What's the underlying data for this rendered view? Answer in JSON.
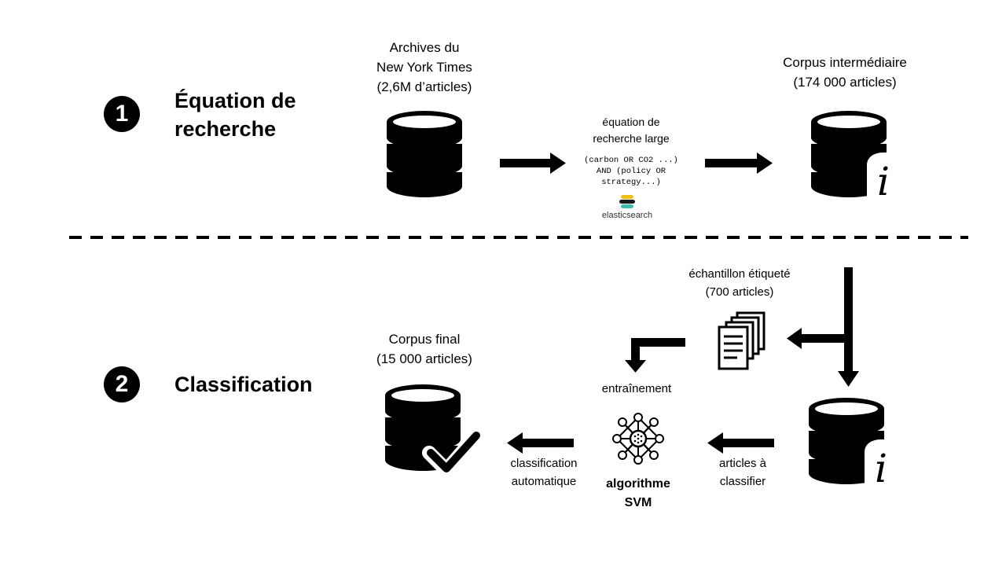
{
  "steps": [
    {
      "number": "1",
      "title_line1": "Équation de",
      "title_line2": "recherche"
    },
    {
      "number": "2",
      "title": "Classification"
    }
  ],
  "nodes": {
    "archives": {
      "line1": "Archives du",
      "line2": "New York Times",
      "line3": "(2,6M d’articles)"
    },
    "query": {
      "line1": "équation de",
      "line2": "recherche large",
      "code1": "(carbon OR CO2 ...)",
      "code2": "AND (policy OR",
      "code3": "strategy...)",
      "brand": "elasticsearch"
    },
    "intermediate": {
      "line1": "Corpus intermédiaire",
      "line2": "(174 000 articles)"
    },
    "sample": {
      "line1": "échantillon étiqueté",
      "line2": "(700 articles)"
    },
    "training": {
      "label": "entraînement"
    },
    "algorithm": {
      "line1": "algorithme",
      "line2": "SVM"
    },
    "to_classify": {
      "line1": "articles à",
      "line2": "classifier"
    },
    "auto": {
      "line1": "classification",
      "line2": "automatique"
    },
    "final": {
      "line1": "Corpus final",
      "line2": "(15 000 articles)"
    }
  },
  "icons": {
    "database": "database-icon",
    "info": "info-italic-icon",
    "check": "checkmark-icon",
    "documents": "documents-stack-icon",
    "network": "neural-network-icon",
    "elastic": "elasticsearch-logo-icon"
  }
}
